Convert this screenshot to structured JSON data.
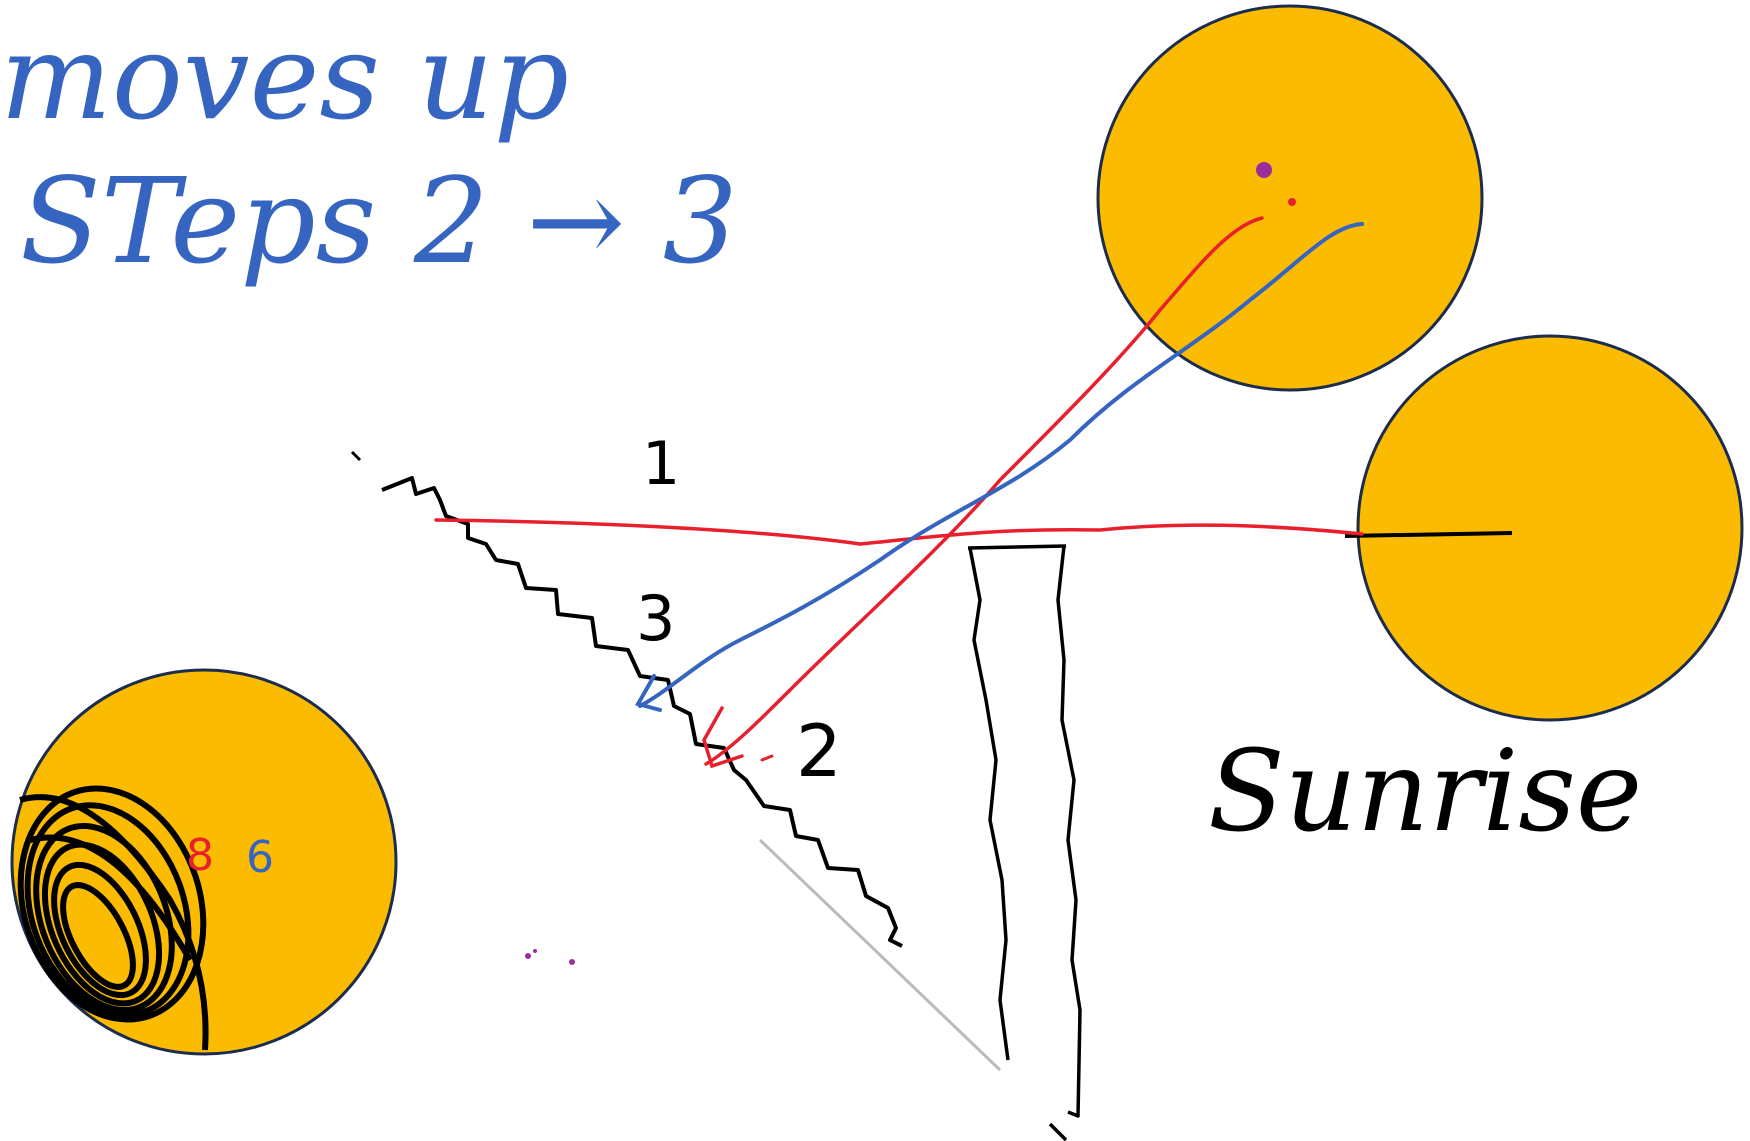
{
  "annotations": {
    "title_line1": "moves up",
    "title_line2": "STeps 2 → 3",
    "step_1": "1",
    "step_2": "2",
    "step_3": "3",
    "sunrise_label": "Sunrise"
  },
  "colors": {
    "sun_fill": "#fbbb00",
    "sun_stroke": "#1c2c4c",
    "red_ray": "#e8202e",
    "blue_ray": "#3565c0",
    "ink": "#000000",
    "purple_dot": "#9b2d9b"
  }
}
